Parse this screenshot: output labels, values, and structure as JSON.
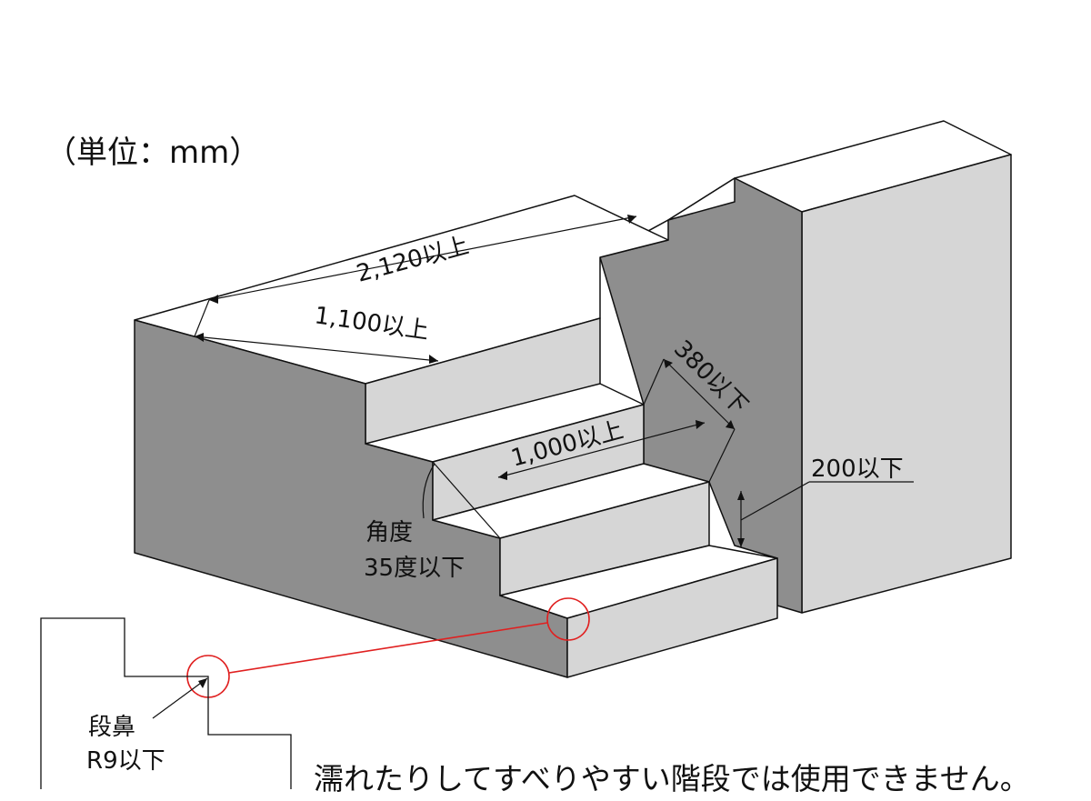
{
  "unit_label": "（単位：mm）",
  "dimensions": {
    "total_width": "2,120以上",
    "stair_width": "1,100以上",
    "tread_width": "1,000以上",
    "tread_depth": "380以下",
    "riser_height": "200以下",
    "angle_title": "角度",
    "angle_value": "35度以下"
  },
  "detail": {
    "nosing_title": "段鼻",
    "nosing_value": "R9以下"
  },
  "footer_note": "濡れたりしてすべりやすい階段では使用できません。",
  "colors": {
    "top_face": "#ffffff",
    "front_face": "#d6d6d6",
    "side_face": "#8e8e8e",
    "highlight": "#e02020",
    "line": "#111111"
  }
}
